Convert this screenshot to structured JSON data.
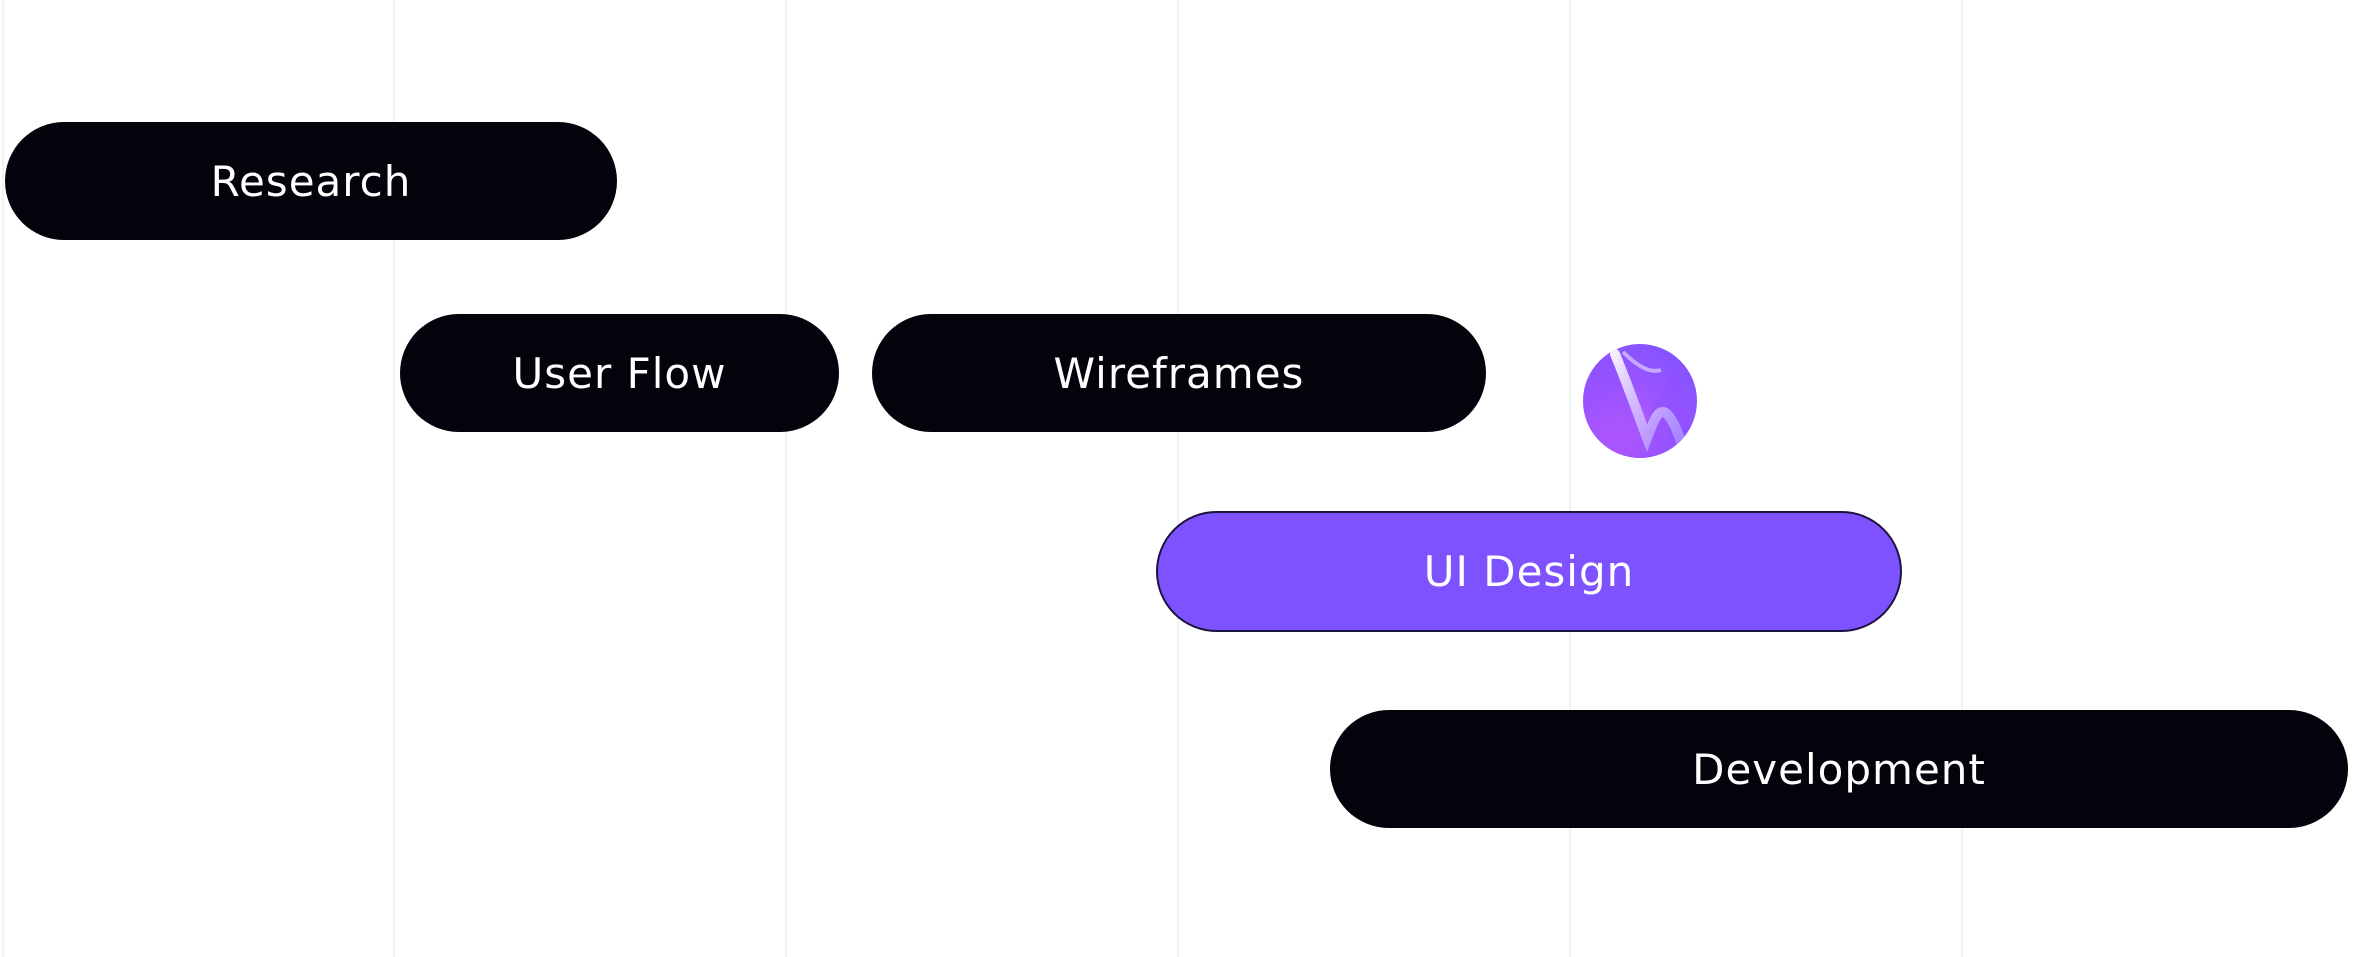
{
  "timeline": {
    "tasks": [
      {
        "label": "Research"
      },
      {
        "label": "User Flow"
      },
      {
        "label": "Wireframes"
      },
      {
        "label": "UI Design",
        "highlighted": true
      },
      {
        "label": "Development"
      }
    ]
  },
  "colors": {
    "bar": "#03040b",
    "highlight": "#7f52ff",
    "text": "#ffffff",
    "grid": "#f3f3f5"
  },
  "avatar": {
    "icon": "gradient-logo-avatar"
  }
}
